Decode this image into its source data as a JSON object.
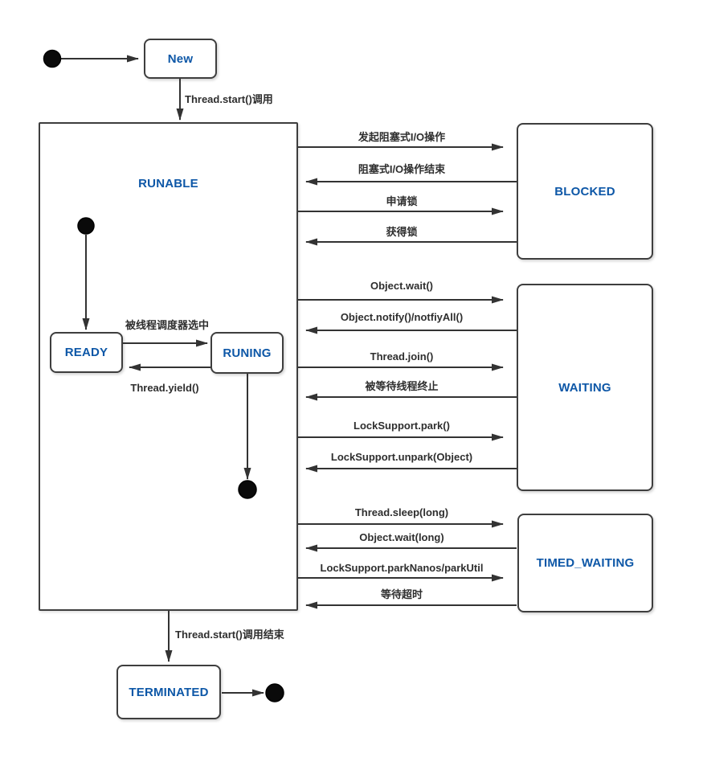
{
  "colors": {
    "state_text_blue": "#0d57a7",
    "line_dark": "#333333",
    "box_border": "#3e3e3e"
  },
  "states": {
    "new": "New",
    "runable": "RUNABLE",
    "ready": "READY",
    "runing": "RUNING",
    "blocked": "BLOCKED",
    "waiting": "WAITING",
    "timed_waiting": "TIMED_WAITING",
    "terminated": "TERMINATED"
  },
  "transitions": {
    "thread_start": "Thread.start()调用",
    "scheduler_selected": "被线程调度器选中",
    "thread_yield": "Thread.yield()",
    "io_start": "发起阻塞式I/O操作",
    "io_end": "阻塞式I/O操作结束",
    "request_lock": "申请锁",
    "lock_acquired": "获得锁",
    "object_wait": "Object.wait()",
    "object_notify": "Object.notify()/notfiyAll()",
    "thread_join": "Thread.join()",
    "waited_thread_terminated": "被等待线程终止",
    "locksupport_park": "LockSupport.park()",
    "locksupport_unpark": "LockSupport.unpark(Object)",
    "thread_sleep": "Thread.sleep(long)",
    "object_wait_long": "Object.wait(long)",
    "locksupport_parknanos": "LockSupport.parkNanos/parkUtil",
    "wait_timeout": "等待超时",
    "thread_start_end": "Thread.start()调用结束"
  }
}
